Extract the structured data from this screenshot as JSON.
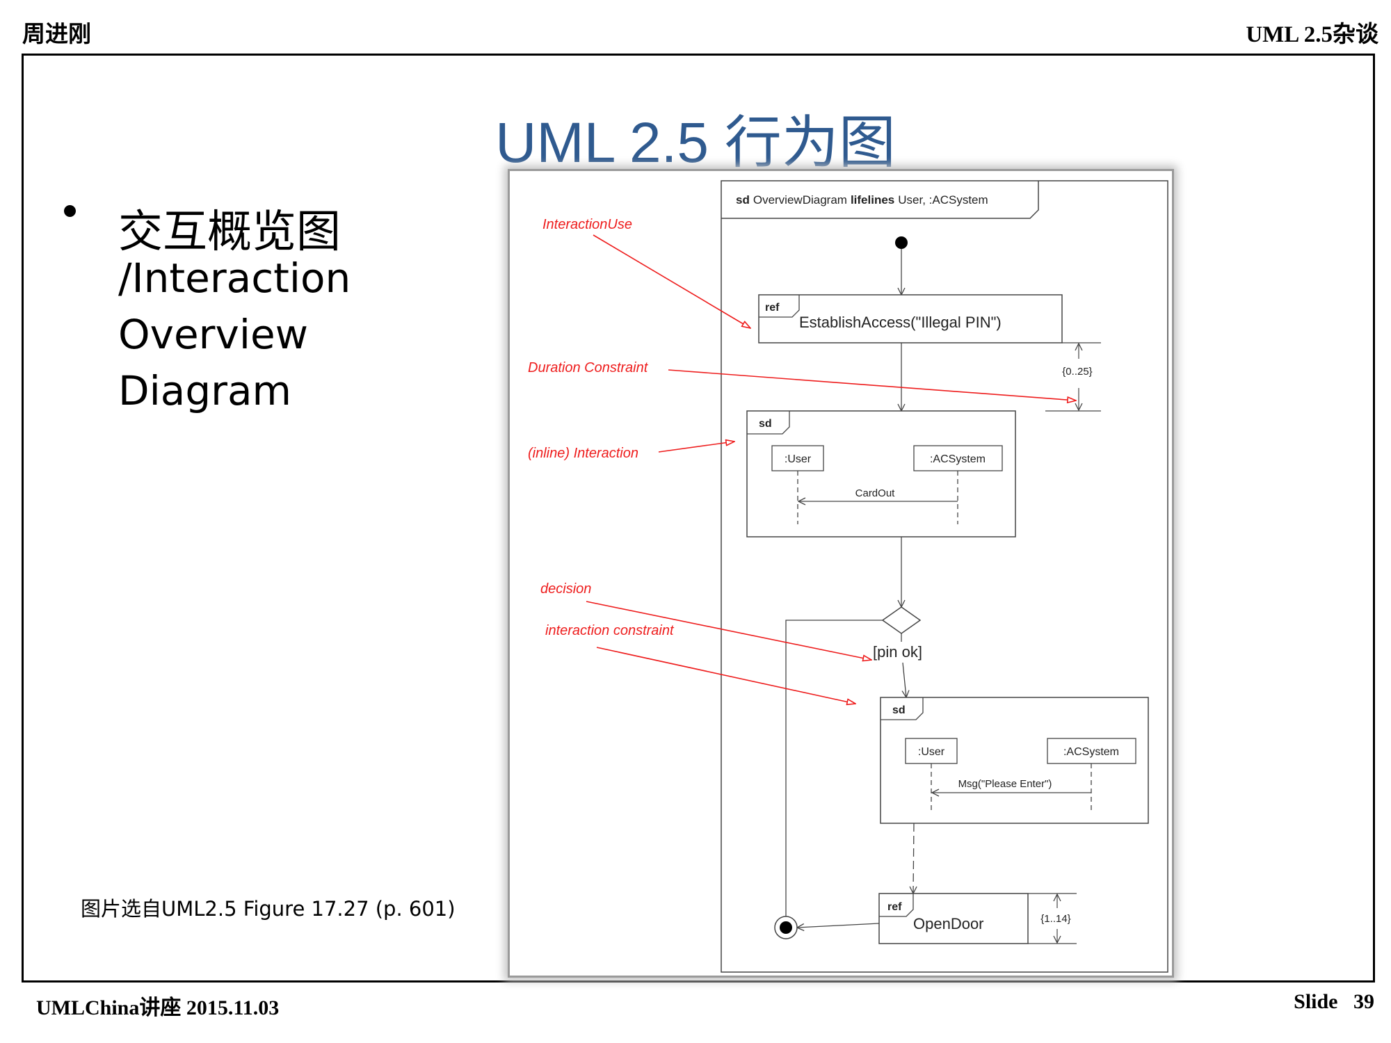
{
  "header": {
    "author": "周进刚",
    "deck_title": "UML 2.5杂谈"
  },
  "slide": {
    "title": "UML 2.5 行为图",
    "bullet_cn": "交互概览图",
    "bullet_en": "/Interaction\nOverview\nDiagram",
    "caption": "图片选自UML2.5 Figure 17.27 (p. 601)"
  },
  "footer": {
    "course": "UMLChina讲座 2015.11.03",
    "slide_label": "Slide",
    "slide_number": "39"
  },
  "diagram": {
    "frame_kw": "sd",
    "frame_name": "OverviewDiagram",
    "frame_kw2": "lifelines",
    "frame_rest": "User, :ACSystem",
    "ref1_kw": "ref",
    "ref1_text": "EstablishAccess(\"Illegal PIN\")",
    "duration1": "{0..25}",
    "sd1_kw": "sd",
    "sd1_lifeline1": ":User",
    "sd1_lifeline2": ":ACSystem",
    "sd1_message": "CardOut",
    "guard": "[pin ok]",
    "sd2_kw": "sd",
    "sd2_lifeline1": ":User",
    "sd2_lifeline2": ":ACSystem",
    "sd2_message": "Msg(\"Please Enter\")",
    "ref2_kw": "ref",
    "ref2_text": "OpenDoor",
    "duration2": "{1..14}"
  },
  "annotations": {
    "interaction_use": "InteractionUse",
    "duration_constraint": "Duration Constraint",
    "inline_interaction": "(inline) Interaction",
    "decision": "decision",
    "interaction_constraint": "interaction constraint"
  },
  "colors": {
    "title": "#2f5a8f",
    "annotation": "#ee1c1c",
    "diagram_line": "#444444"
  }
}
